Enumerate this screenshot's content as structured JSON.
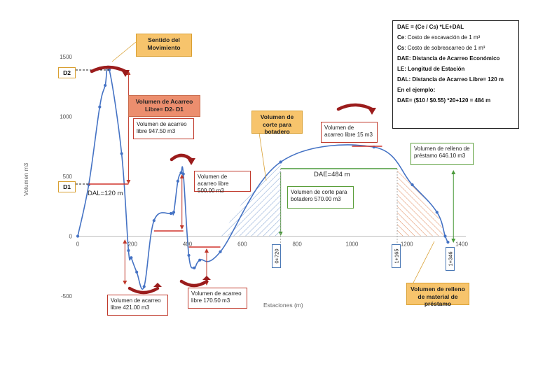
{
  "chart_data": {
    "type": "line",
    "xlabel": "Estaciones (m)",
    "ylabel": "Volumen m3",
    "xlim": [
      0,
      1400
    ],
    "ylim": [
      -700,
      1500
    ],
    "x_ticks": [
      0,
      200,
      400,
      600,
      800,
      1000,
      1200,
      1400
    ],
    "y_ticks": [
      -500,
      0,
      500,
      1000,
      1500
    ],
    "grid": false,
    "series": [
      {
        "values": [
          {
            "x": 0,
            "y": 0
          },
          {
            "x": 40,
            "y": 430
          },
          {
            "x": 80,
            "y": 1080
          },
          {
            "x": 100,
            "y": 1260
          },
          {
            "x": 115,
            "y": 1390
          },
          {
            "x": 160,
            "y": 690
          },
          {
            "x": 185,
            "y": -120
          },
          {
            "x": 195,
            "y": -180
          },
          {
            "x": 215,
            "y": -300
          },
          {
            "x": 242,
            "y": -421
          },
          {
            "x": 278,
            "y": 130
          },
          {
            "x": 340,
            "y": 190
          },
          {
            "x": 350,
            "y": 200
          },
          {
            "x": 365,
            "y": 460
          },
          {
            "x": 377,
            "y": 530
          },
          {
            "x": 385,
            "y": 520
          },
          {
            "x": 405,
            "y": -160
          },
          {
            "x": 425,
            "y": -265
          },
          {
            "x": 445,
            "y": -200
          },
          {
            "x": 520,
            "y": -130
          },
          {
            "x": 740,
            "y": 620
          },
          {
            "x": 1080,
            "y": 745
          },
          {
            "x": 1220,
            "y": 430
          },
          {
            "x": 1310,
            "y": 200
          },
          {
            "x": 1340,
            "y": 0
          },
          {
            "x": 1350,
            "y": -50
          }
        ]
      }
    ],
    "annotations": {
      "sentido": "Sentido del Movimiento",
      "vol_libre_head": "Volumen de Acarreo Libre= D2- D1",
      "vol_947": "Volumen de acarreo libre 947.50 m3",
      "vol_500": "Volumen de acarreo libre 500.00 m3",
      "vol_421": "Volumen de acarreo libre 421.00 m3",
      "vol_170": "Volumen de acarreo libre 170.50 m3",
      "vol_15": "Volumen de acarreo libre 15 m3",
      "corte_head": "Volumen de corte para botadero",
      "corte_570": "Volumen de corte para botadero 570.00 m3",
      "relleno_646": "Volumen de relleno de préstamo 646.10 m3",
      "relleno_head": "Volumen de relleno de material de préstamo",
      "d1": "D1",
      "d2": "D2",
      "dal": "DAL=120 m",
      "dae": "DAE=484 m",
      "st_720": "0+720",
      "st_1165": "1+165",
      "st_1346": "1+346"
    },
    "legend": {
      "title": "DAE = (Ce / Cs) *LE+DAL",
      "ce_key": "Ce",
      "ce_text": ": Costo de excavación de 1 m³",
      "cs_key": "Cs",
      "cs_text": ": Costo de sobreacarreo de 1 m³",
      "dae_line": "DAE: Distancia de Acarreo Económico",
      "le_line": "LE: Longitud de Estación",
      "dal_line": "DAL: Distancia de Acarreo Libre= 120 m",
      "example_head": "En el ejemplo:",
      "example_calc": "DAE= ($10 / $0.55) *20+120 = 484 m"
    }
  }
}
